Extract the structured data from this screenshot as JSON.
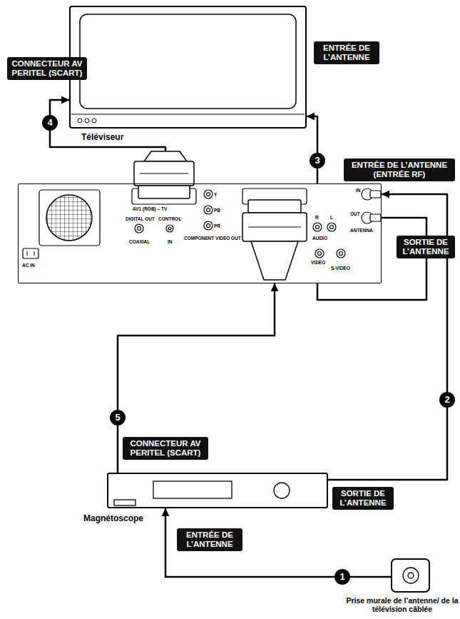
{
  "diagram": {
    "nodes": [
      {
        "text": [
          "Téléviseur"
        ]
      },
      {
        "text": [
          "AC IN",
          "AV1 (RGB) – TV",
          "DIGITAL OUT",
          "COAXIAL",
          "CONTROL",
          "IN",
          "Y",
          "PB",
          "PR",
          "COMPONENT VIDEO OUT",
          "R",
          "L",
          "AUDIO",
          "VIDEO",
          "S-VIDEO",
          "IN",
          "OUT",
          "ANTENNA"
        ]
      },
      {
        "text": [
          "Magnétoscope"
        ]
      },
      {
        "text": [
          "Prise murale de l’antenne/ de la télévision câblée"
        ]
      }
    ],
    "edges": [
      {
        "from": 3,
        "to": 2,
        "arrow": "to",
        "label": "1"
      },
      {
        "from": 2,
        "to": 1,
        "arrow": "to",
        "label": "2"
      },
      {
        "from": 1,
        "to": 0,
        "arrow": "to",
        "label": "3"
      },
      {
        "from": 1,
        "to": 0,
        "arrow": "to",
        "label": "4"
      },
      {
        "from": 2,
        "to": 1,
        "arrow": "to",
        "label": "5"
      }
    ],
    "labels": [
      "CONNECTEUR AV PERITEL (SCART)",
      "ENTRÉE DE L’ANTENNE",
      "ENTRÉE DE L’ANTENNE (ENTRÉE RF)",
      "SORTIE DE L’ANTENNE",
      "CONNECTEUR AV PERITEL (SCART)",
      "SORTIE DE L’ANTENNE",
      "ENTRÉE DE L’ANTENNE"
    ]
  }
}
